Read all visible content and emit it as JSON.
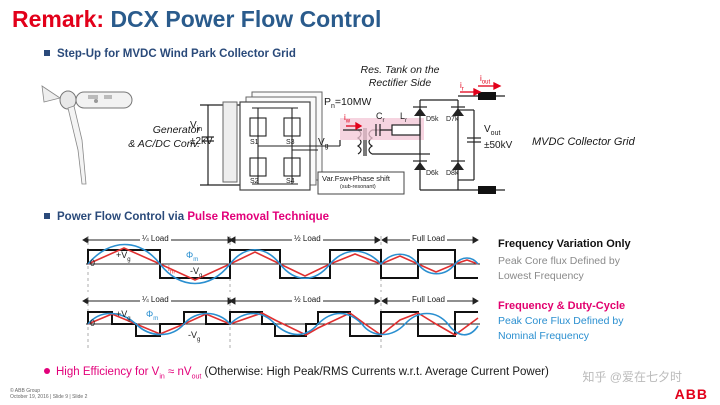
{
  "title": {
    "accent": "Remark:",
    "rest": "DCX Power Flow Control"
  },
  "bullets": {
    "step_up": "Step-Up for MVDC Wind Park Collector Grid",
    "power_flow_prefix": "Power Flow Control via ",
    "power_flow_highlight": "Pulse Removal Technique"
  },
  "circuit": {
    "generator_label_1": "Generator",
    "generator_label_2": "& AC/DC Conv.",
    "vin_label": "V",
    "vin_sub": "in",
    "vin_value": "±2kV",
    "res_tank_1": "Res. Tank on the",
    "res_tank_2": "Rectifier Side",
    "pn_label": "P",
    "pn_sub": "n",
    "pn_value": "=10MW",
    "s1": "S1",
    "s2": "S2",
    "s3": "S3",
    "s4": "S4",
    "vg": "V",
    "vg_sub": "g",
    "iw": "i",
    "iw_sub": "w",
    "cr": "C",
    "cr_sub": "r",
    "lr": "L",
    "lr_sub": "r",
    "d5k": "D5k",
    "d6k": "D6k",
    "d7k": "D7k",
    "d8k": "D8k",
    "ir": "i",
    "ir_sub": "r",
    "iout": "i",
    "iout_sub": "out",
    "vout_label": "V",
    "vout_sub": "out",
    "vout_value": "±50kV",
    "control_1": "Var.Fsw+Phase shift",
    "control_2": "(sub-resonant)",
    "mvdc_label": "MVDC Collector Grid"
  },
  "waveforms": {
    "top": {
      "quarter": "¼ Load",
      "half": "½ Load",
      "full": "Full Load",
      "vg_pos": "+V",
      "vg_neg": "-V",
      "g": "g",
      "phi": "Φ",
      "phi_sub": "m",
      "im": "i",
      "im_sub": "m",
      "zero": "0"
    },
    "bottom": {
      "quarter": "¼ Load",
      "half": "½ Load",
      "full": "Full Load",
      "vg_pos": "+V",
      "vg_neg": "-V",
      "g": "g",
      "phi": "Φ",
      "phi_sub": "m",
      "zero": "0"
    }
  },
  "legend_top": {
    "title": "Frequency Variation Only",
    "line1": "Peak Core flux Defined by",
    "line2": "Lowest Frequency"
  },
  "legend_bottom": {
    "title": "Frequency & Duty-Cycle",
    "line1": "Peak Core Flux Defined by",
    "line2": "Nominal Frequency"
  },
  "bottom_note": {
    "highlight": "High Efficiency for V",
    "vin_sub": "in",
    "approx": " ≈ nV",
    "vout_sub": "out",
    "rest": "  (Otherwise: High Peak/RMS Currents w.r.t. Average Current Power)"
  },
  "footer": {
    "line1": "© ABB Group",
    "line2": "October 19, 2016 | Slide 9  |  Slide 2"
  },
  "logo": "ABB",
  "watermark": "知乎 @爱在七夕时",
  "colors": {
    "accent_red": "#e2001a",
    "title_blue": "#2a5b8c",
    "pink": "#e2007a",
    "flux_blue": "#2a8fd0",
    "current_red": "#e03030"
  }
}
